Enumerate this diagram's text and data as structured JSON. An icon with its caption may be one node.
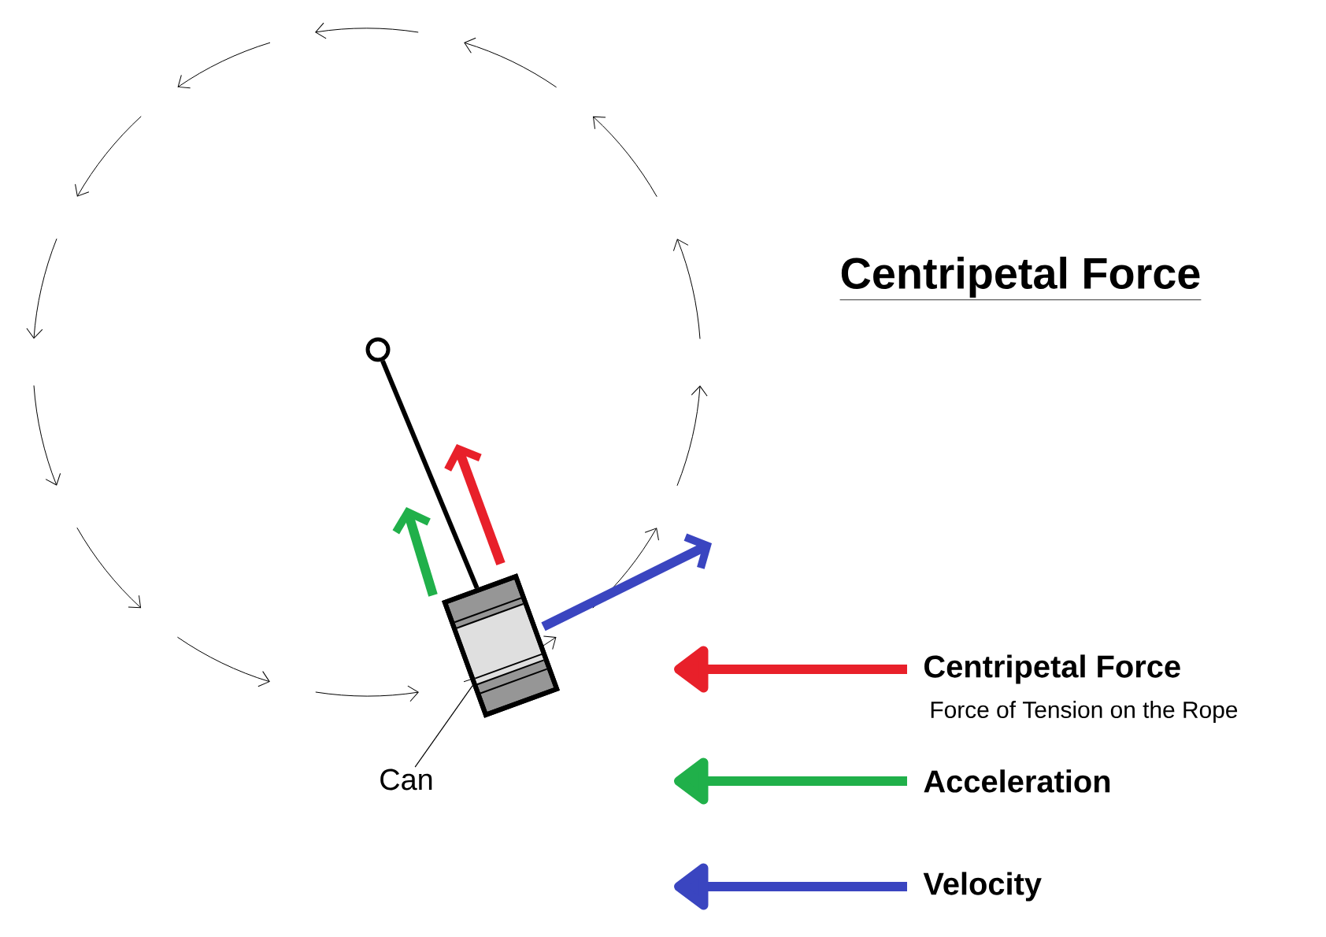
{
  "diagram": {
    "title": "Centripetal Force",
    "nodes": [
      {
        "text": [],
        "shape": "circle"
      },
      {
        "text": [],
        "shape": "picture"
      },
      {
        "text": [
          "Can"
        ]
      }
    ],
    "edges": [
      {
        "from": 0,
        "to": 1,
        "arrow": "none",
        "style": "thick"
      },
      {
        "from": 2,
        "to": 1,
        "arrow": "none"
      }
    ],
    "labels": [
      "Force of Tension on the Rope"
    ],
    "legend": [
      {
        "text": "Centripetal Force",
        "color": "#e8202a"
      },
      {
        "text": "Acceleration",
        "color": "#20b04a"
      },
      {
        "text": "Velocity",
        "color": "#3a45c0"
      }
    ]
  }
}
